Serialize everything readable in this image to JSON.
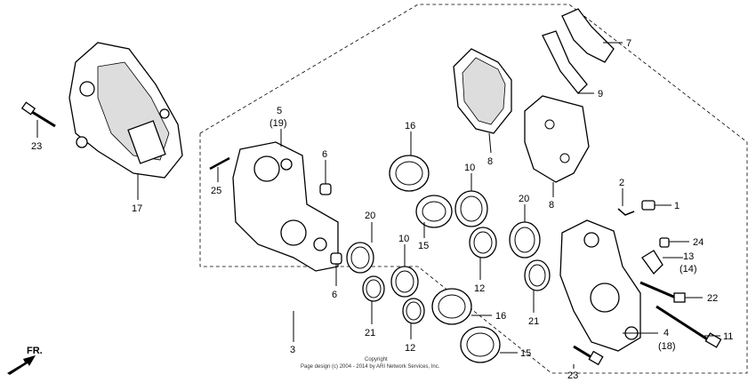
{
  "labels": {
    "l1": "1",
    "l2": "2",
    "l3": "3",
    "l4": "4",
    "l4b": "(18)",
    "l5": "5",
    "l5b": "(19)",
    "l6a": "6",
    "l6b": "6",
    "l7": "7",
    "l8a": "8",
    "l8b": "8",
    "l9": "9",
    "l10a": "10",
    "l10b": "10",
    "l11": "11",
    "l12a": "12",
    "l12b": "12",
    "l13": "13",
    "l13b": "(14)",
    "l15a": "15",
    "l15b": "15",
    "l16a": "16",
    "l16b": "16",
    "l17": "17",
    "l20a": "20",
    "l20b": "20",
    "l21a": "21",
    "l21b": "21",
    "l22": "22",
    "l23a": "23",
    "l23b": "23",
    "l24": "24",
    "l25": "25"
  },
  "copyright_line1": "Copyright",
  "copyright_line2": "Page design (c) 2004 - 2014 by ARI Network Services, Inc.",
  "direction_label": "FR."
}
